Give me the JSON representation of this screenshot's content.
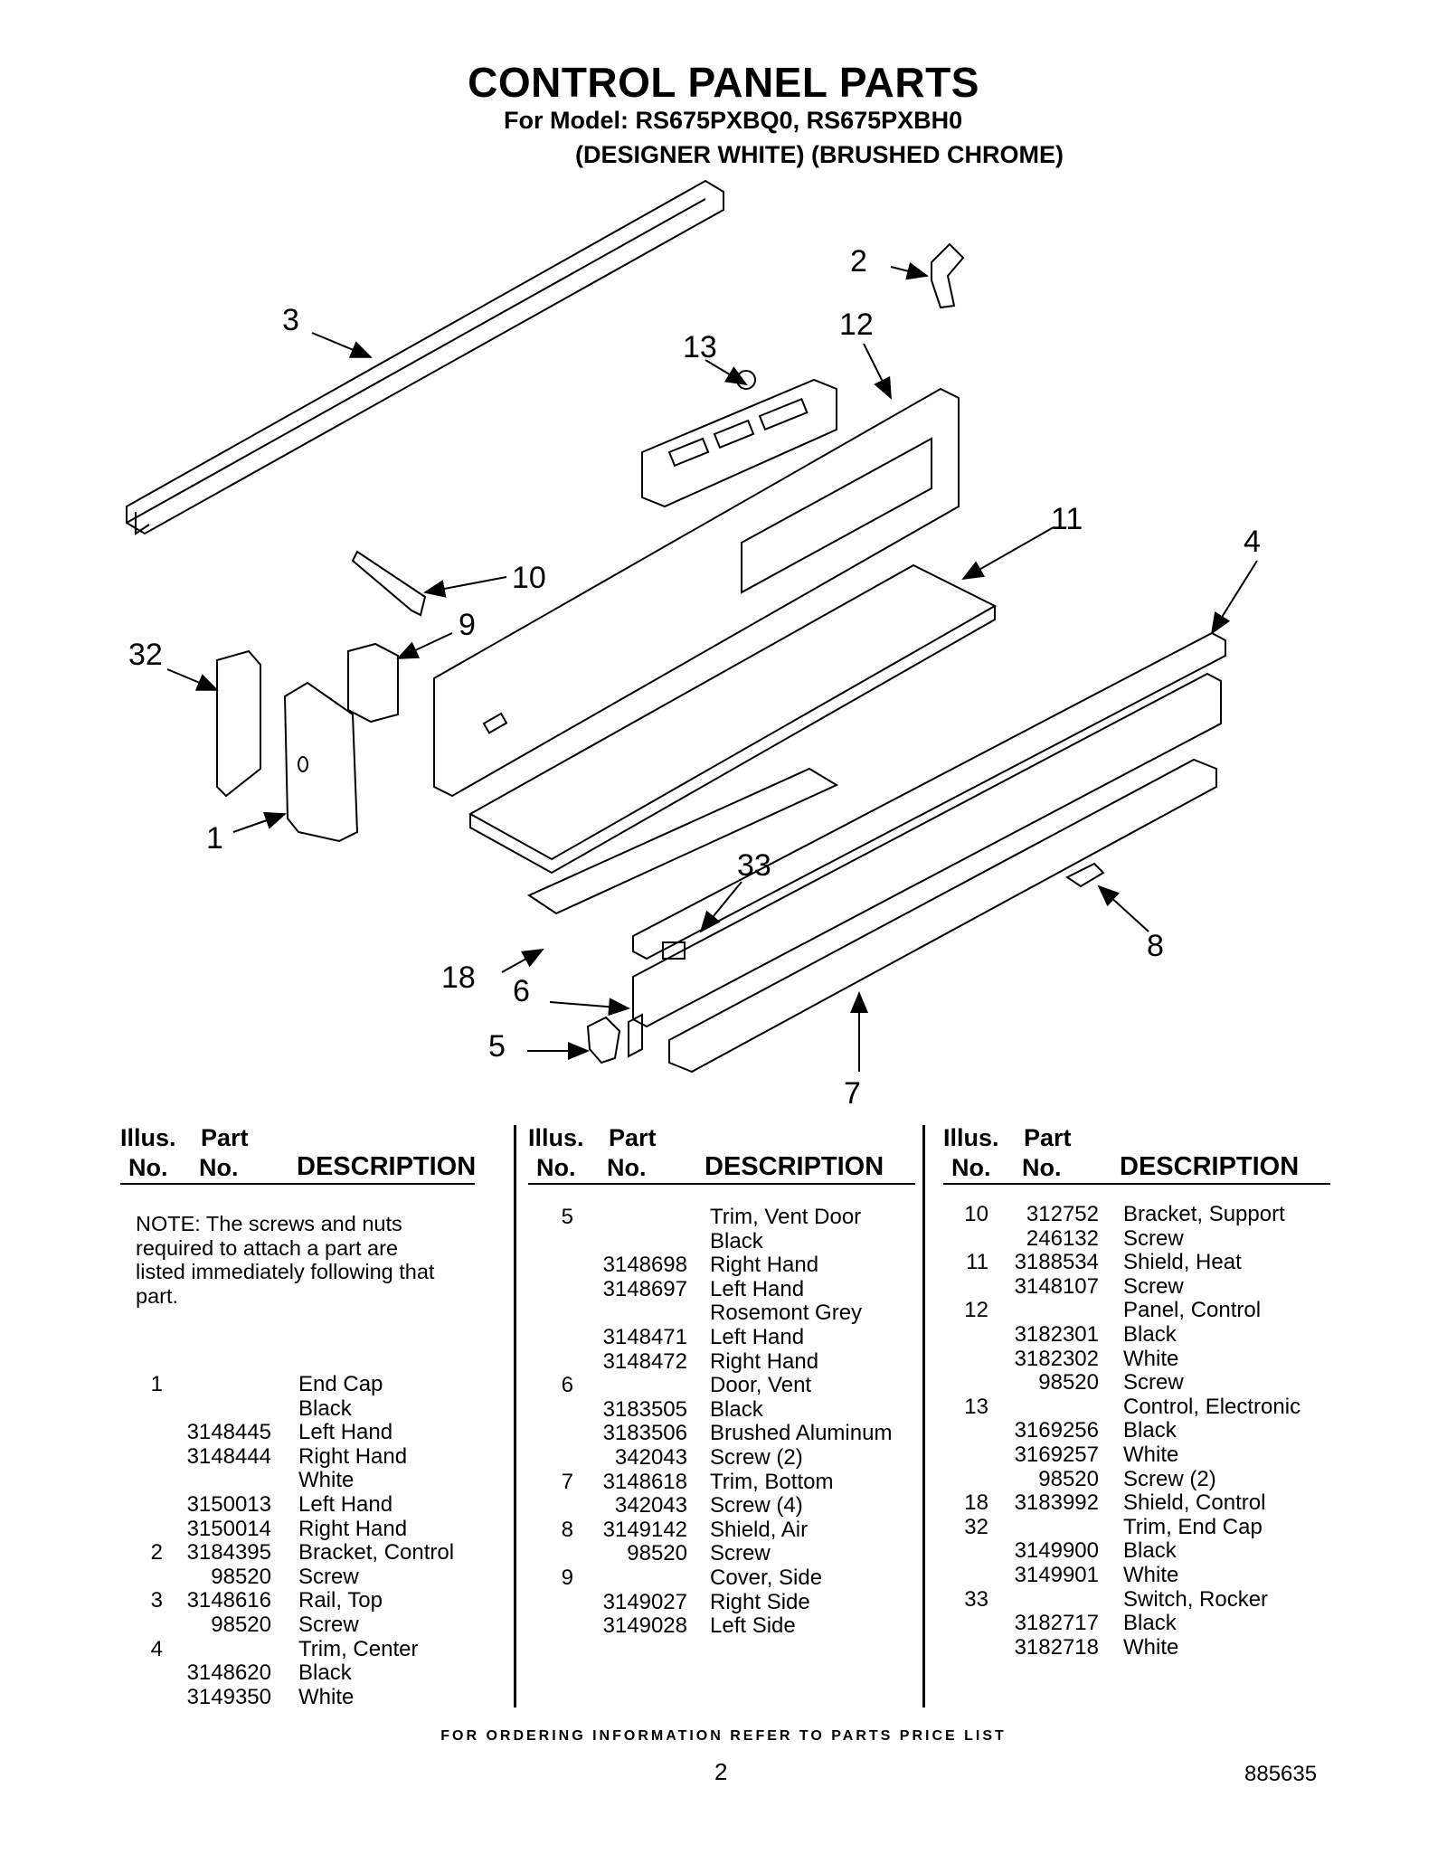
{
  "header": {
    "title": "CONTROL PANEL PARTS",
    "model_line": "For Model: RS675PXBQ0, RS675PXBH0",
    "variant_line": "(DESIGNER WHITE) (BRUSHED CHROME)"
  },
  "callouts": [
    "3",
    "2",
    "12",
    "13",
    "11",
    "10",
    "4",
    "9",
    "32",
    "1",
    "33",
    "18",
    "8",
    "6",
    "5",
    "7"
  ],
  "table_headers": {
    "illus": "Illus.",
    "no": "No.",
    "part": "Part",
    "description": "DESCRIPTION"
  },
  "note": "NOTE: The screws and nuts required to attach a part are listed immediately following that part.",
  "columns": [
    [
      {
        "illus": "1",
        "part": "",
        "desc": "End Cap"
      },
      {
        "illus": "",
        "part": "",
        "desc": "Black"
      },
      {
        "illus": "",
        "part": "3148445",
        "desc": "Left Hand"
      },
      {
        "illus": "",
        "part": "3148444",
        "desc": "Right Hand"
      },
      {
        "illus": "",
        "part": "",
        "desc": "White"
      },
      {
        "illus": "",
        "part": "3150013",
        "desc": "Left Hand"
      },
      {
        "illus": "",
        "part": "3150014",
        "desc": "Right Hand"
      },
      {
        "illus": "2",
        "part": "3184395",
        "desc": "Bracket, Control"
      },
      {
        "illus": "",
        "part": "98520",
        "desc": "Screw"
      },
      {
        "illus": "3",
        "part": "3148616",
        "desc": "Rail, Top"
      },
      {
        "illus": "",
        "part": "98520",
        "desc": "Screw"
      },
      {
        "illus": "4",
        "part": "",
        "desc": "Trim, Center"
      },
      {
        "illus": "",
        "part": "3148620",
        "desc": "Black"
      },
      {
        "illus": "",
        "part": "3149350",
        "desc": "White"
      }
    ],
    [
      {
        "illus": "5",
        "part": "",
        "desc": "Trim, Vent Door"
      },
      {
        "illus": "",
        "part": "",
        "desc": "Black"
      },
      {
        "illus": "",
        "part": "3148698",
        "desc": "Right Hand"
      },
      {
        "illus": "",
        "part": "3148697",
        "desc": "Left Hand"
      },
      {
        "illus": "",
        "part": "",
        "desc": "Rosemont Grey"
      },
      {
        "illus": "",
        "part": "3148471",
        "desc": "Left Hand"
      },
      {
        "illus": "",
        "part": "3148472",
        "desc": "Right Hand"
      },
      {
        "illus": "6",
        "part": "",
        "desc": "Door, Vent"
      },
      {
        "illus": "",
        "part": "3183505",
        "desc": "Black"
      },
      {
        "illus": "",
        "part": "3183506",
        "desc": "Brushed Aluminum"
      },
      {
        "illus": "",
        "part": "342043",
        "desc": "Screw (2)"
      },
      {
        "illus": "7",
        "part": "3148618",
        "desc": "Trim, Bottom"
      },
      {
        "illus": "",
        "part": "342043",
        "desc": "Screw (4)"
      },
      {
        "illus": "8",
        "part": "3149142",
        "desc": "Shield, Air"
      },
      {
        "illus": "",
        "part": "98520",
        "desc": "Screw"
      },
      {
        "illus": "9",
        "part": "",
        "desc": "Cover, Side"
      },
      {
        "illus": "",
        "part": "3149027",
        "desc": "Right Side"
      },
      {
        "illus": "",
        "part": "3149028",
        "desc": "Left Side"
      }
    ],
    [
      {
        "illus": "10",
        "part": "312752",
        "desc": "Bracket, Support"
      },
      {
        "illus": "",
        "part": "246132",
        "desc": "Screw"
      },
      {
        "illus": "11",
        "part": "3188534",
        "desc": "Shield, Heat"
      },
      {
        "illus": "",
        "part": "3148107",
        "desc": "Screw"
      },
      {
        "illus": "12",
        "part": "",
        "desc": "Panel, Control"
      },
      {
        "illus": "",
        "part": "3182301",
        "desc": "Black"
      },
      {
        "illus": "",
        "part": "3182302",
        "desc": "White"
      },
      {
        "illus": "",
        "part": "98520",
        "desc": "Screw"
      },
      {
        "illus": "13",
        "part": "",
        "desc": "Control, Electronic"
      },
      {
        "illus": "",
        "part": "3169256",
        "desc": "Black"
      },
      {
        "illus": "",
        "part": "3169257",
        "desc": "White"
      },
      {
        "illus": "",
        "part": "98520",
        "desc": "Screw (2)"
      },
      {
        "illus": "18",
        "part": "3183992",
        "desc": "Shield, Control"
      },
      {
        "illus": "32",
        "part": "",
        "desc": "Trim, End Cap"
      },
      {
        "illus": "",
        "part": "3149900",
        "desc": "Black"
      },
      {
        "illus": "",
        "part": "3149901",
        "desc": "White"
      },
      {
        "illus": "33",
        "part": "",
        "desc": "Switch, Rocker"
      },
      {
        "illus": "",
        "part": "3182717",
        "desc": "Black"
      },
      {
        "illus": "",
        "part": "3182718",
        "desc": "White"
      }
    ]
  ],
  "footer": "FOR ORDERING INFORMATION REFER TO PARTS PRICE LIST",
  "page_number": "2",
  "document_number": "885635"
}
